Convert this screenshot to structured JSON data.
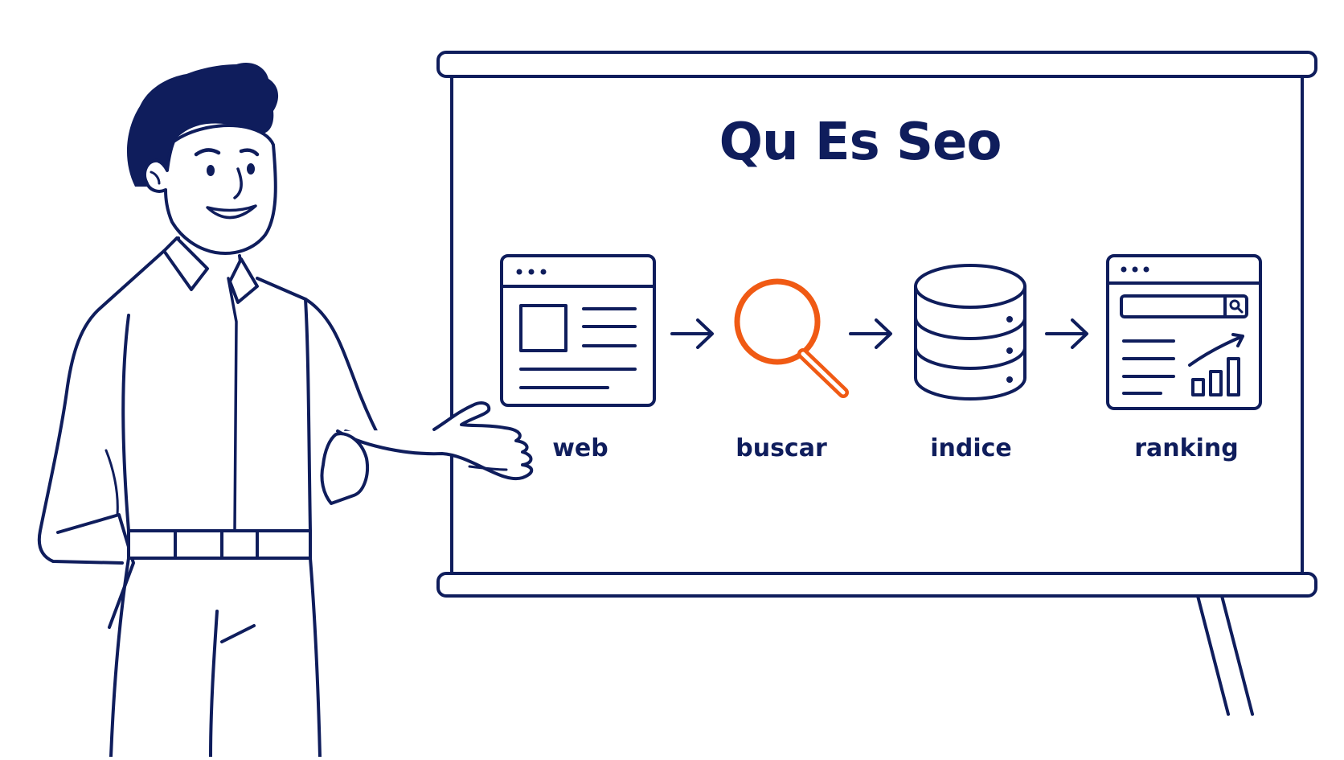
{
  "title": "Qu Es Seo",
  "steps": [
    {
      "label": "web",
      "icon": "browser-window-icon"
    },
    {
      "label": "buscar",
      "icon": "magnifier-icon"
    },
    {
      "label": "indice",
      "icon": "database-icon"
    },
    {
      "label": "ranking",
      "icon": "search-results-chart-icon"
    }
  ],
  "colors": {
    "ink": "#0f1d5c",
    "accent": "#f05a14",
    "background": "#ffffff"
  }
}
